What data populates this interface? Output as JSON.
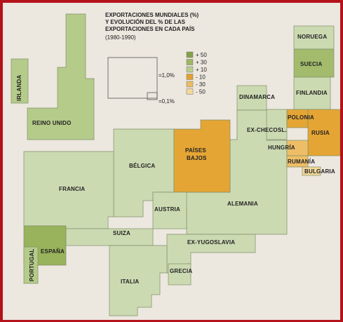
{
  "title_lines": [
    "EXPORTACIONES MUNDIALES (%)",
    "Y EVOLUCIÓN DEL % DE LAS",
    "EXPORTACIONES EN CADA PAÍS"
  ],
  "period": "(1980-1990)",
  "size_key": {
    "large": "=1,0%",
    "small": "=0,1%"
  },
  "legend": [
    {
      "label": "+ 50",
      "color": "#82a147"
    },
    {
      "label": "+ 30",
      "color": "#9db763"
    },
    {
      "label": "+ 10",
      "color": "#b9cd8f"
    },
    {
      "label": "- 10",
      "color": "#e2a12e"
    },
    {
      "label": "- 30",
      "color": "#ebbb63"
    },
    {
      "label": "- 50",
      "color": "#f2d89a"
    }
  ],
  "colors": {
    "pos_dark": "#9db763",
    "pos_mid": "#b9cd8f",
    "pos_light": "#cbd9b0",
    "neg_dark": "#e2a12e",
    "neg_light": "#ebbb63",
    "neg_pale": "#f2d89a"
  },
  "countries": {
    "irlanda": "IRLANDA",
    "reino_unido": "REINO UNIDO",
    "noruega": "NORUEGA",
    "suecia": "SUECIA",
    "finlandia": "FINLANDIA",
    "dinamarca": "DINAMARCA",
    "polonia": "POLONIA",
    "rusia": "RUSIA",
    "ex_checosl": "EX-CHECOSL.",
    "hungria": "HUNGRÍA",
    "rumania": "RUMANÍA",
    "bulgaria": "BULGARIA",
    "paises_bajos_1": "PAÍSES",
    "paises_bajos_2": "BAJOS",
    "belgica": "BÉLGICA",
    "francia": "FRANCIA",
    "alemania": "ALEMANIA",
    "austria": "AUSTRIA",
    "suiza": "SUIZA",
    "espana": "ESPAÑA",
    "portugal": "PORTUGAL",
    "ex_yugoslavia": "EX-YUGOSLAVIA",
    "italia": "ITALIA",
    "grecia": "GRECIA"
  }
}
